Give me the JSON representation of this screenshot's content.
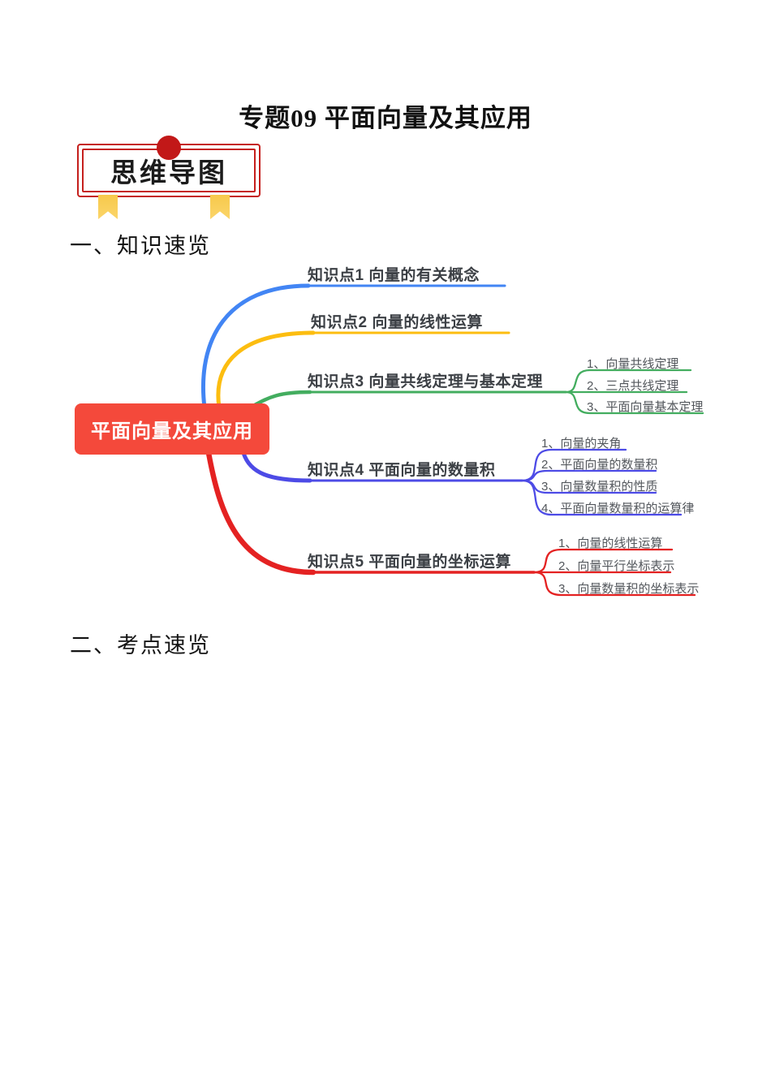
{
  "page": {
    "title": "专题09 平面向量及其应用",
    "badge_label": "思维导图",
    "sections": {
      "knowledge": "一、知识速览",
      "exam": "二、考点速览"
    }
  },
  "mindmap": {
    "root": {
      "label": "平面向量及其应用",
      "color": "#f4493b"
    },
    "branches": [
      {
        "label": "知识点1 向量的有关概念",
        "color": "#4285f4",
        "children": []
      },
      {
        "label": "知识点2 向量的线性运算",
        "color": "#fcbd10",
        "children": []
      },
      {
        "label": "知识点3 向量共线定理与基本定理",
        "color": "#43ad5f",
        "children": [
          "1、向量共线定理",
          "2、三点共线定理",
          "3、平面向量基本定理"
        ]
      },
      {
        "label": "知识点4 平面向量的数量积",
        "color": "#4d4be6",
        "children": [
          "1、向量的夹角",
          "2、平面向量的数量积",
          "3、向量数量积的性质",
          "4、平面向量数量积的运算律"
        ]
      },
      {
        "label": "知识点5 平面向量的坐标运算",
        "color": "#e42222",
        "children": [
          "1、向量的线性运算",
          "2、向量平行坐标表示",
          "3、向量数量积的坐标表示"
        ]
      }
    ]
  }
}
